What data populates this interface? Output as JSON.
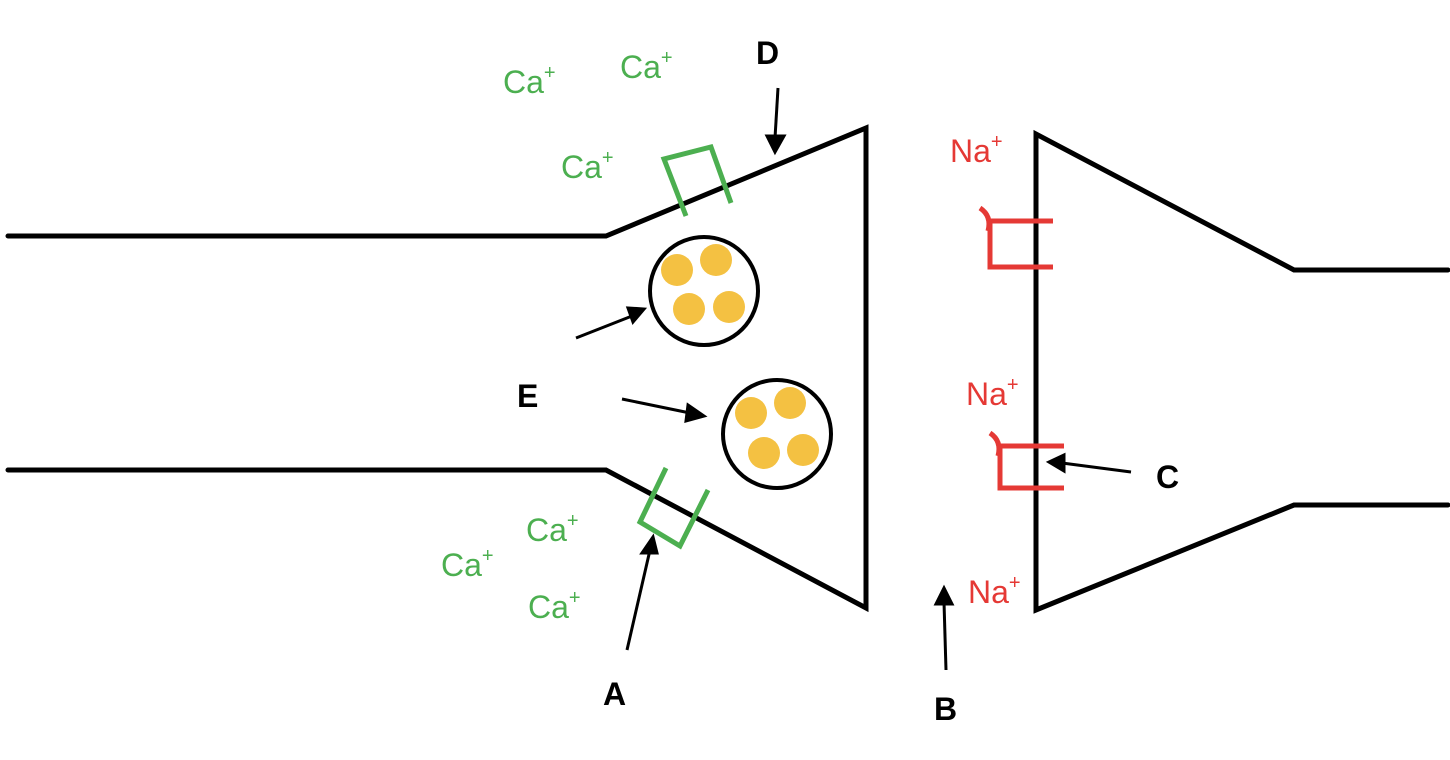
{
  "labels": {
    "a": "A",
    "b": "B",
    "c": "C",
    "d": "D",
    "e": "E"
  },
  "ions": {
    "calcium": {
      "symbol": "Ca",
      "charge": "+",
      "color": "#4caf50"
    },
    "sodium": {
      "symbol": "Na",
      "charge": "+",
      "color": "#e53935"
    }
  },
  "colors": {
    "membrane": "#000000",
    "calcium_channel": "#4caf50",
    "sodium_channel": "#e53935",
    "vesicle_fill": "#ffffff",
    "neurotransmitter": "#f4c142"
  }
}
